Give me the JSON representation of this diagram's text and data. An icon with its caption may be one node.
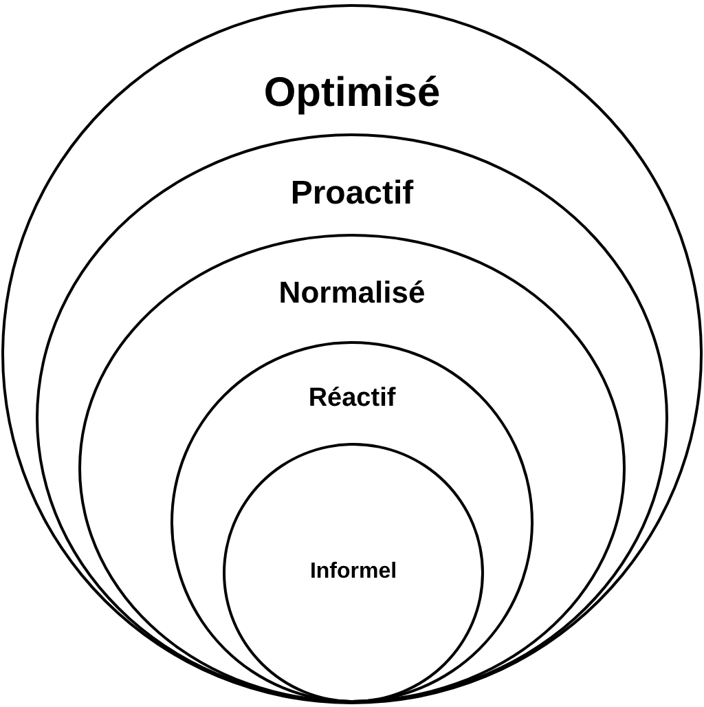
{
  "diagram": {
    "nodes": [
      {
        "text": [
          "Optimisé"
        ]
      },
      {
        "text": [
          "Proactif"
        ],
        "in": 0
      },
      {
        "text": [
          "Normalisé"
        ],
        "in": 1
      },
      {
        "text": [
          "Réactif"
        ],
        "in": 2
      },
      {
        "text": [
          "Informel"
        ],
        "in": 3
      }
    ]
  }
}
